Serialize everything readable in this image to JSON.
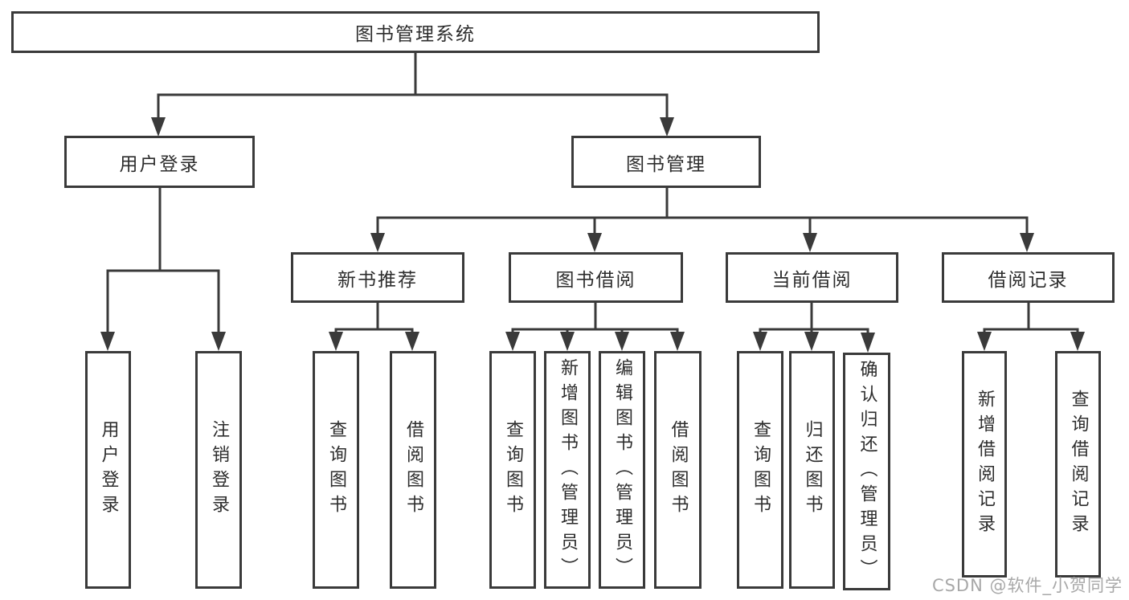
{
  "tree": {
    "root": {
      "label": "图书管理系统"
    },
    "branches": [
      {
        "label": "用户登录",
        "children": [
          {
            "label": "用户登录"
          },
          {
            "label": "注销登录"
          }
        ]
      },
      {
        "label": "图书管理",
        "children": [
          {
            "label": "新书推荐",
            "children": [
              {
                "label": "查询图书"
              },
              {
                "label": "借阅图书"
              }
            ]
          },
          {
            "label": "图书借阅",
            "children": [
              {
                "label": "查询图书"
              },
              {
                "label": "新增图书（管理员）"
              },
              {
                "label": "编辑图书（管理员）"
              },
              {
                "label": "借阅图书"
              }
            ]
          },
          {
            "label": "当前借阅",
            "children": [
              {
                "label": "查询图书"
              },
              {
                "label": "归还图书"
              },
              {
                "label": "确认归还（管理员）"
              }
            ]
          },
          {
            "label": "借阅记录",
            "children": [
              {
                "label": "新增借阅记录"
              },
              {
                "label": "查询借阅记录"
              }
            ]
          }
        ]
      }
    ]
  },
  "watermark": {
    "text": "CSDN @软件_小贺同学"
  },
  "colors": {
    "line": "#3a3a3a",
    "box_border": "#3a3a3a",
    "text": "#2d2d2d",
    "watermark": "#a8a8a8",
    "background": "#ffffff"
  }
}
